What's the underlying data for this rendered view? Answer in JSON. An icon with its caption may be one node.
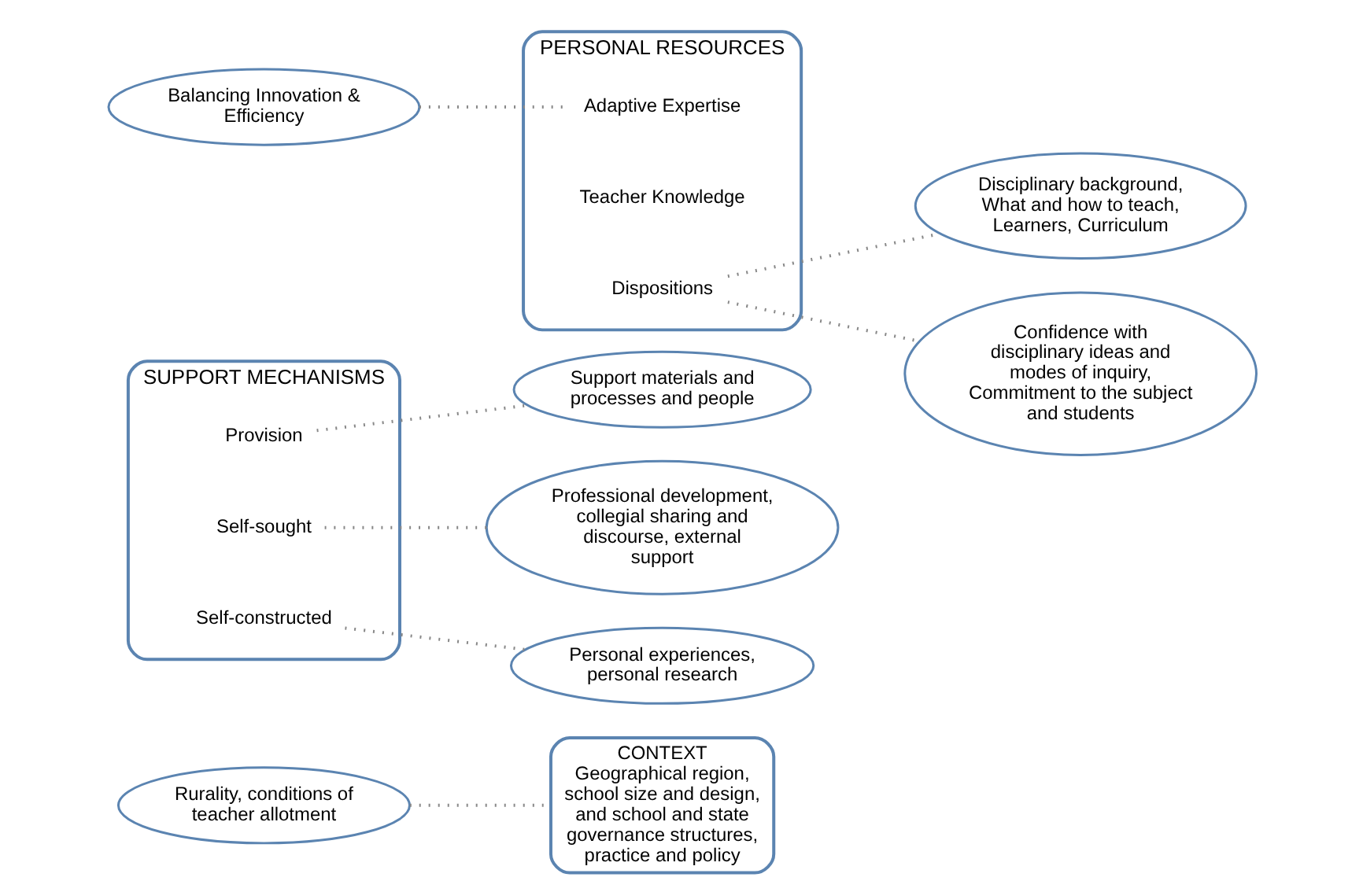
{
  "diagram": {
    "nodes": [
      {
        "text": [
          "Rurality, conditions of teacher allotment"
        ]
      },
      {
        "text": [
          "CONTEXT",
          "Geographical region, school size and design, and school and state governance structures, practice and policy"
        ]
      },
      {
        "text": [
          "SUPPORT MECHANISMS"
        ]
      },
      {
        "text": [
          "Provision"
        ],
        "in": 2
      },
      {
        "text": [
          "Self-sought"
        ],
        "in": 2
      },
      {
        "text": [
          "Self-constructed"
        ],
        "in": 2
      },
      {
        "text": [
          "Support materials and processes and people"
        ]
      },
      {
        "text": [
          "Professional development, collegial sharing and discourse, external support"
        ]
      },
      {
        "text": [
          "Personal experiences, personal research"
        ]
      },
      {
        "text": [
          "PERSONAL RESOURCES"
        ]
      },
      {
        "text": [
          "Adaptive Expertise"
        ],
        "in": 9
      },
      {
        "text": [
          "Teacher Knowledge"
        ],
        "in": 9
      },
      {
        "text": [
          "Dispositions"
        ],
        "in": 9
      },
      {
        "text": [
          "Disciplinary background, What and how to teach, Learners, Curriculum"
        ]
      },
      {
        "text": [
          "Balancing Innovation & Efficiency"
        ]
      },
      {
        "text": [
          "Confidence with disciplinary ideas and modes of inquiry, Commitment to the subject and students"
        ]
      }
    ],
    "edges": [
      {
        "from": 0,
        "to": 1,
        "arrow": "none",
        "style": "dashed"
      },
      {
        "from": 3,
        "to": 6,
        "arrow": "none",
        "style": "dashed"
      },
      {
        "from": 4,
        "to": 7,
        "arrow": "none",
        "style": "dashed"
      },
      {
        "from": 5,
        "to": 8,
        "arrow": "none",
        "style": "dashed"
      },
      {
        "from": 14,
        "to": 10,
        "arrow": "none",
        "style": "dashed"
      },
      {
        "from": 12,
        "to": 13,
        "arrow": "none",
        "style": "dashed"
      },
      {
        "from": 12,
        "to": 15,
        "arrow": "none",
        "style": "dashed"
      }
    ]
  }
}
